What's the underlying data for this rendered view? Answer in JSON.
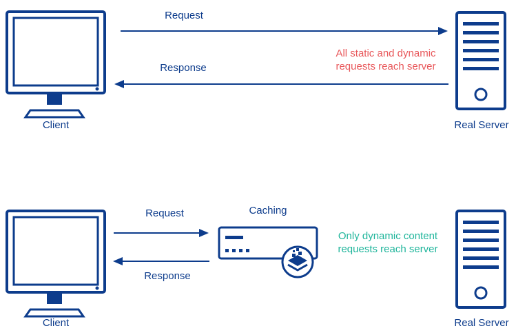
{
  "colors": {
    "primary": "#0d3c8c",
    "warning_note": "#e8575a",
    "success_note": "#1fb59b"
  },
  "top": {
    "request_label": "Request",
    "response_label": "Response",
    "client_label": "Client",
    "server_label": "Real Server",
    "note_line1": "All static and dynamic",
    "note_line2": "requests reach server"
  },
  "bottom": {
    "request_label": "Request",
    "response_label": "Response",
    "caching_label": "Caching",
    "client_label": "Client",
    "server_label": "Real Server",
    "note_line1": "Only dynamic content",
    "note_line2": "requests reach server"
  },
  "icons": {
    "client": "monitor-icon",
    "server": "server-tower-icon",
    "cache": "cache-appliance-icon"
  }
}
